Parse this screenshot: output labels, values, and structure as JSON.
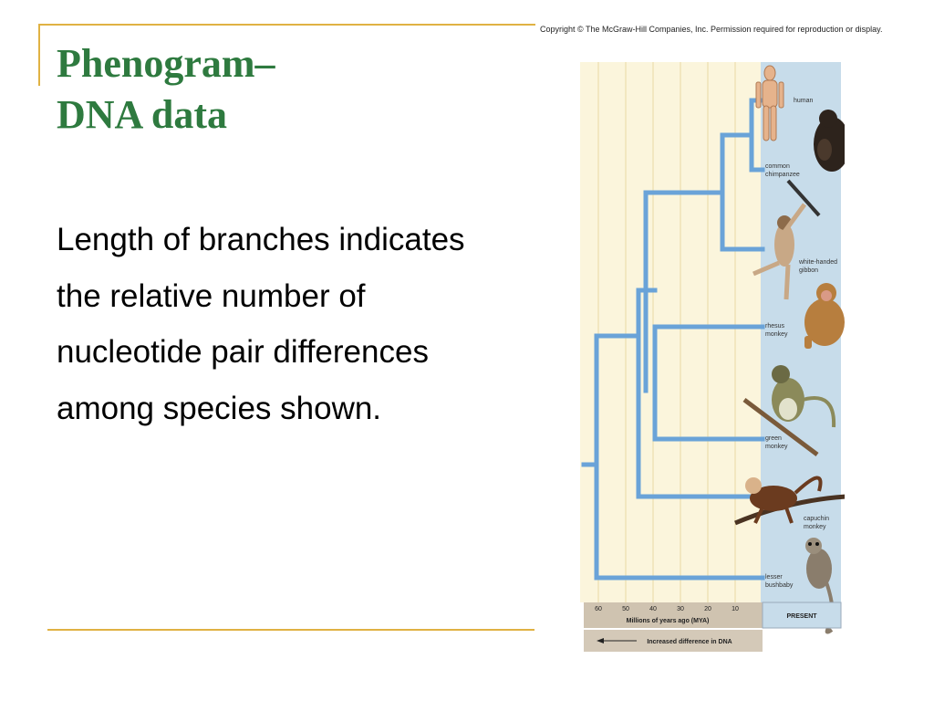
{
  "slide": {
    "title_line1": "Phenogram–",
    "title_line2": "DNA data",
    "body": "Length of branches indicates the relative number of nucleotide pair differences among species shown."
  },
  "figure": {
    "copyright": "Copyright © The McGraw-Hill Companies, Inc. Permission required for reproduction or display.",
    "axis_ticks": [
      "60",
      "50",
      "40",
      "30",
      "20",
      "10"
    ],
    "axis_label": "Millions of years ago (MYA)",
    "present_label": "PRESENT",
    "dna_label": "Increased difference in DNA",
    "species": [
      {
        "label1": "human",
        "label2": ""
      },
      {
        "label1": "common",
        "label2": "chimpanzee"
      },
      {
        "label1": "white-handed",
        "label2": "gibbon"
      },
      {
        "label1": "rhesus",
        "label2": "monkey"
      },
      {
        "label1": "green",
        "label2": "monkey"
      },
      {
        "label1": "capuchin",
        "label2": "monkey"
      },
      {
        "label1": "lesser",
        "label2": "bushbaby"
      }
    ],
    "colors": {
      "background": "#fbf5dc",
      "present_band": "#c7dcea",
      "branch": "#6aa3d8",
      "axis_band": "#cfc3b0",
      "title": "#2e7a3f",
      "accent": "#e0b243"
    }
  }
}
